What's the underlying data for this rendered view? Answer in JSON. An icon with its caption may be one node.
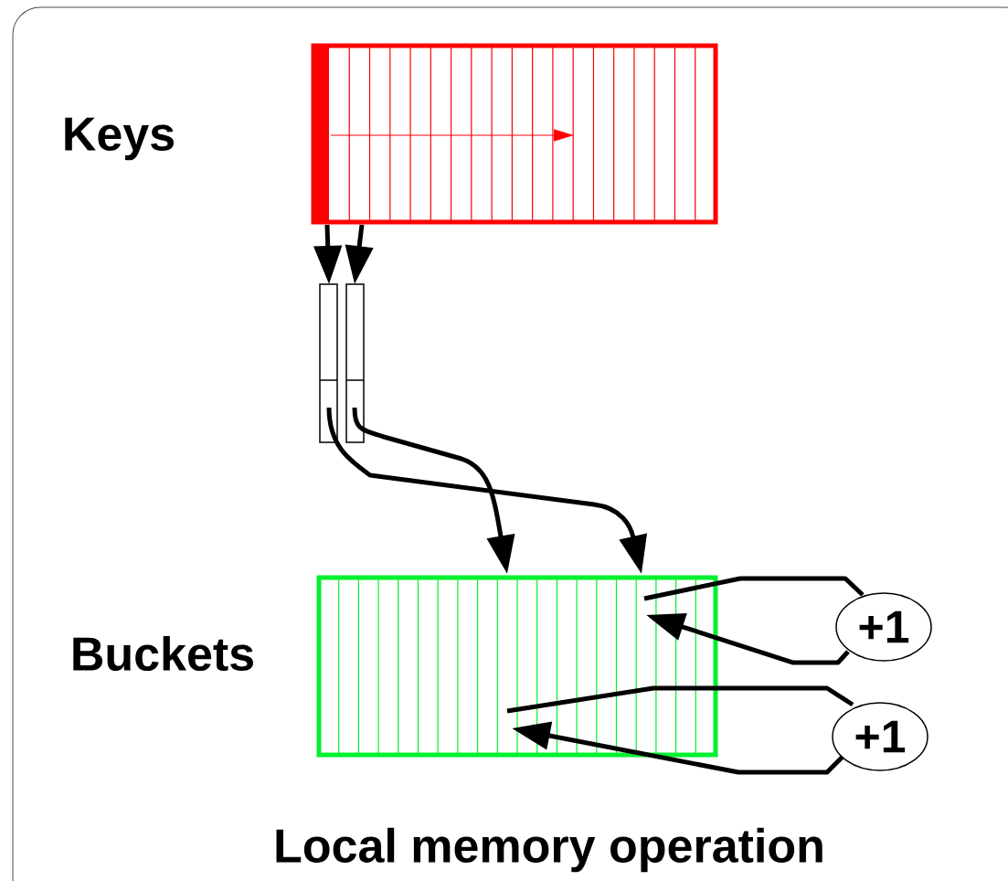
{
  "diagram": {
    "caption": "Local memory operation",
    "nodes": [
      {
        "text": [],
        "shape": "box",
        "beside": [
          "Keys"
        ]
      },
      {
        "text": [],
        "shape": "box"
      },
      {
        "text": [],
        "shape": "box"
      },
      {
        "text": [],
        "shape": "box",
        "beside": [
          "Buckets"
        ]
      },
      {
        "text": [
          "+1"
        ]
      },
      {
        "text": [
          "+1"
        ]
      }
    ],
    "edges": [
      {
        "from": 0,
        "to": 1,
        "arrow": "to"
      },
      {
        "from": 0,
        "to": 2,
        "arrow": "to"
      },
      {
        "from": 1,
        "to": 3,
        "arrow": "to"
      },
      {
        "from": 2,
        "to": 3,
        "arrow": "to"
      },
      {
        "from": 3,
        "to": 4,
        "arrow": "none"
      },
      {
        "from": 4,
        "to": 3,
        "arrow": "to"
      },
      {
        "from": 3,
        "to": 5,
        "arrow": "none"
      },
      {
        "from": 5,
        "to": 3,
        "arrow": "to"
      }
    ]
  }
}
